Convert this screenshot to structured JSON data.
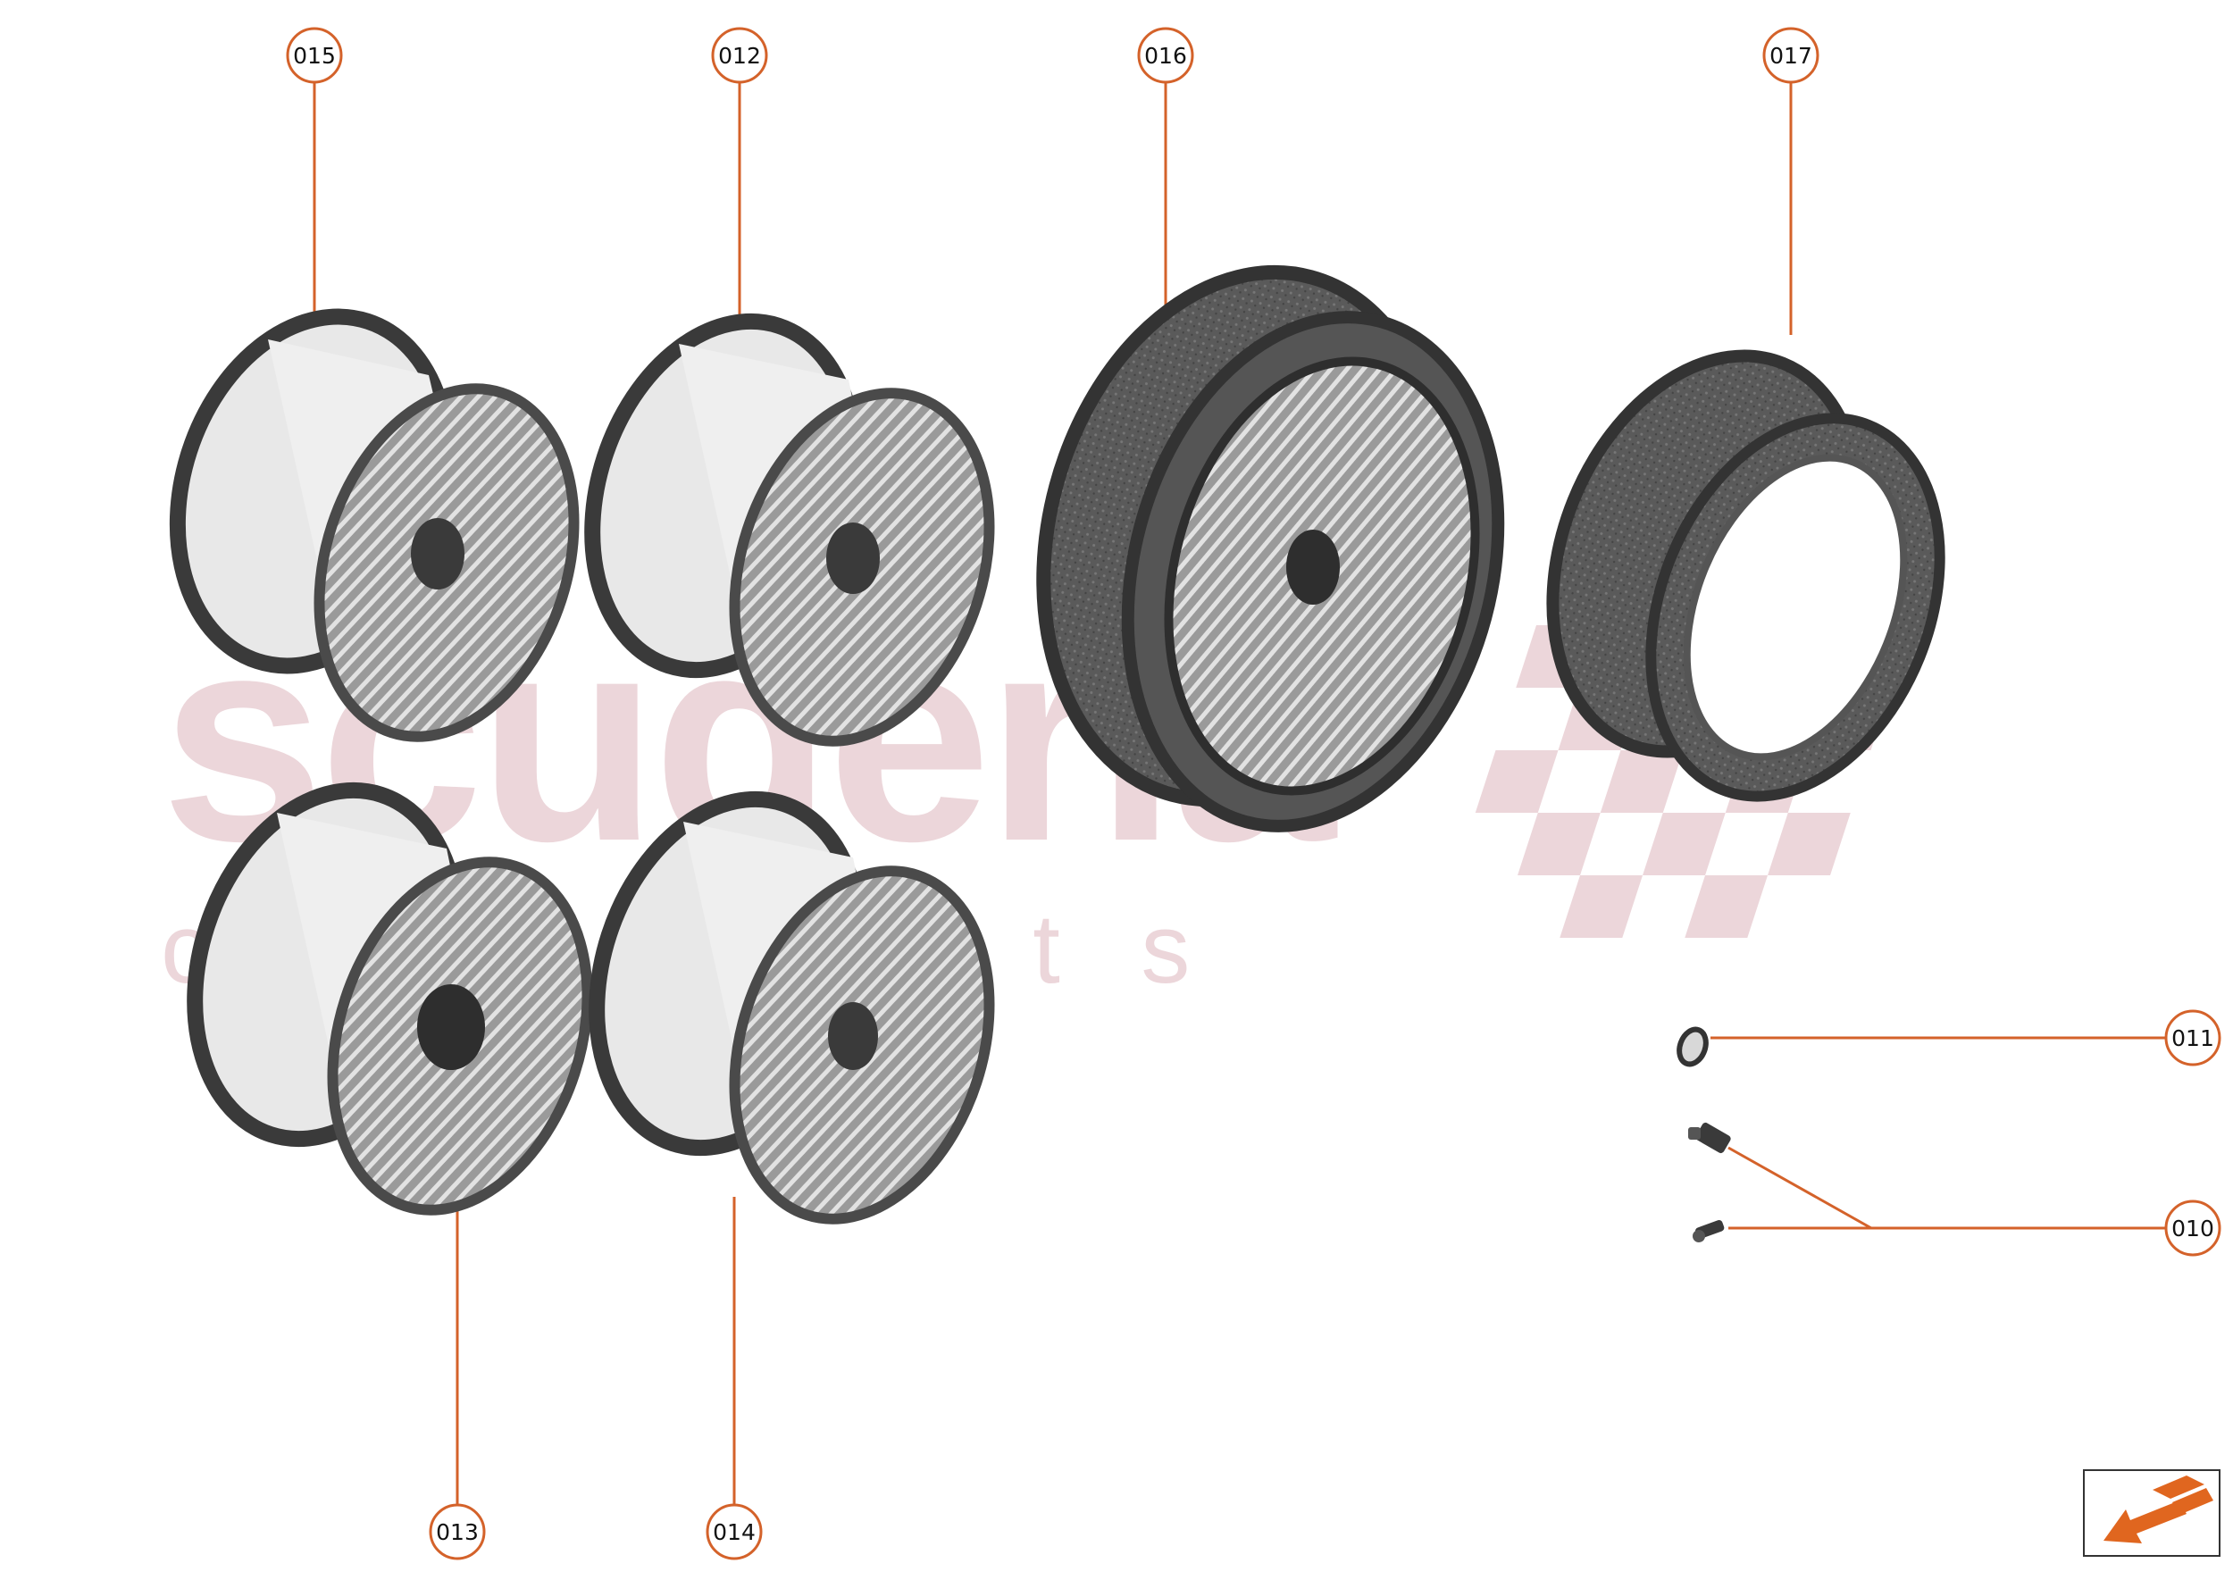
{
  "diagram": {
    "watermark": {
      "brand_word": "scuderia",
      "sub_word": "c a r   p a r t s"
    },
    "callouts": [
      {
        "id": "015"
      },
      {
        "id": "012"
      },
      {
        "id": "016"
      },
      {
        "id": "017"
      },
      {
        "id": "013"
      },
      {
        "id": "014"
      },
      {
        "id": "011"
      },
      {
        "id": "010"
      }
    ],
    "colors": {
      "callout_stroke": "#d4622a",
      "part_dark": "#3a3a3a",
      "part_mid": "#8f8f8f",
      "part_light": "#e8e8e8",
      "watermark": "#ecd6da",
      "nav_arrow": "#e0661f"
    },
    "icons": {
      "nav": "next-page-arrow-icon"
    }
  }
}
